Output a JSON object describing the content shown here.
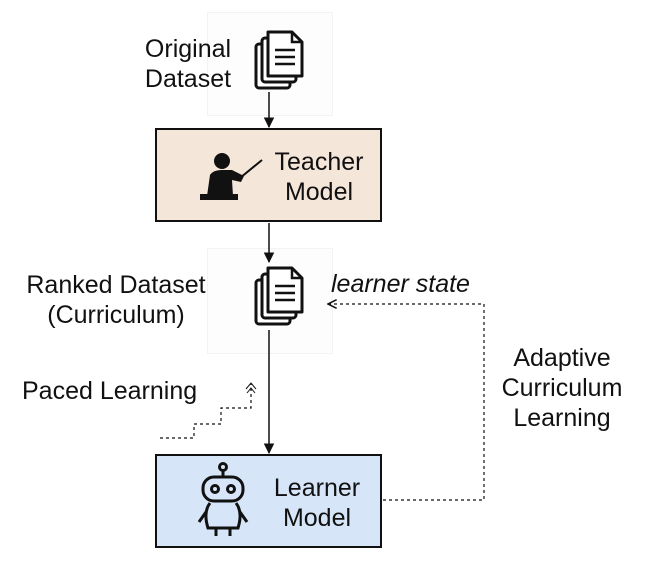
{
  "nodes": {
    "original_dataset": {
      "line1": "Original",
      "line2": "Dataset"
    },
    "teacher": {
      "line1": "Teacher",
      "line2": "Model"
    },
    "ranked_dataset": {
      "line1": "Ranked Dataset",
      "line2": "(Curriculum)"
    },
    "learner": {
      "line1": "Learner",
      "line2": "Model"
    }
  },
  "edges": {
    "learner_state": "learner state",
    "paced_learning": "Paced Learning",
    "adaptive": {
      "line1": "Adaptive",
      "line2": "Curriculum",
      "line3": "Learning"
    }
  },
  "icons": {
    "dataset": "document-stack-icon",
    "teacher": "teacher-icon",
    "learner": "robot-icon",
    "pacing": "staircase-icon"
  },
  "colors": {
    "teacher_fill": "#f5e6da",
    "learner_fill": "#d7e5f8",
    "stroke": "#111111"
  }
}
